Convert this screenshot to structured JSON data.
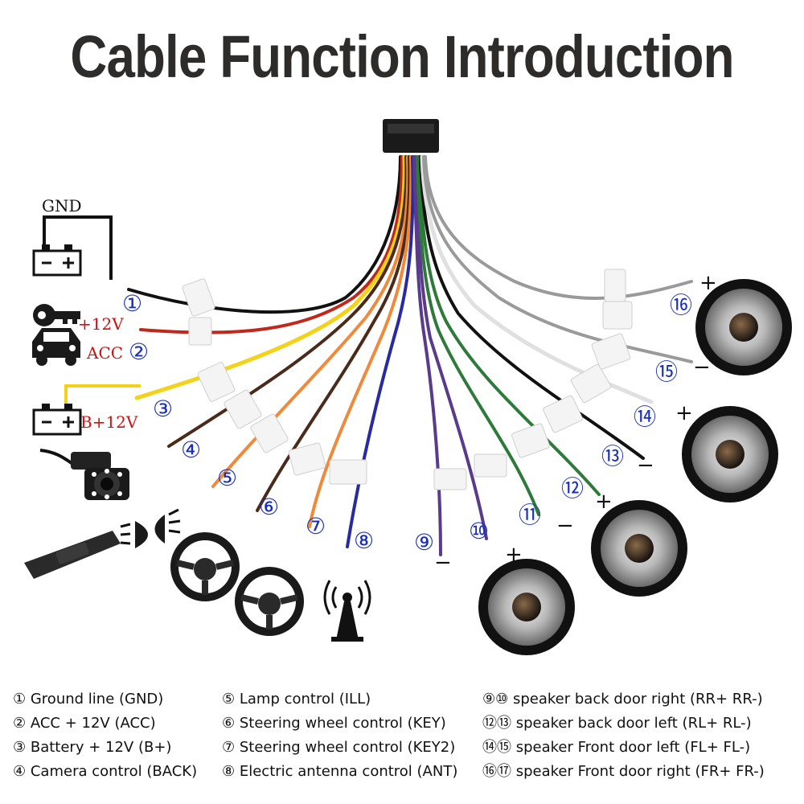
{
  "title": "Cable Function Introduction",
  "labels": {
    "gnd": "GND",
    "acc_voltage": "+12V",
    "acc": "ACC",
    "battery": "B+12V",
    "plus": "+",
    "minus": "−"
  },
  "markers": [
    "①",
    "②",
    "③",
    "④",
    "⑤",
    "⑥",
    "⑦",
    "⑧",
    "⑨",
    "⑩",
    "⑪",
    "⑫",
    "⑬",
    "⑭",
    "⑮",
    "⑯"
  ],
  "legend": {
    "col1": [
      "① Ground line (GND)",
      "② ACC + 12V (ACC)",
      "③ Battery + 12V (B+)",
      "④ Camera control (BACK)"
    ],
    "col2": [
      "⑤ Lamp control (ILL)",
      "⑥ Steering wheel control (KEY)",
      "⑦ Steering wheel control (KEY2)",
      "⑧ Electric antenna control (ANT)"
    ],
    "col3": [
      "⑨⑩ speaker back door right (RR+ RR-)",
      "⑫⑬  speaker back door left (RL+ RL-)",
      "⑭⑮  speaker Front door left (FL+ FL-)",
      "⑯⑰  speaker Front door right (FR+ FR-)"
    ]
  },
  "colors": {
    "title": "#2e2b2b",
    "marker": "#1a2fb8",
    "label_red": "#d01010",
    "wire_black": "#111111",
    "wire_red": "#c0281c",
    "wire_yellow": "#f2d21a",
    "wire_brown": "#4a2a1a",
    "wire_orange": "#f08a3a",
    "wire_blue": "#2a2aa0",
    "wire_purple": "#5a3a8a",
    "wire_green": "#2e7a3a",
    "wire_gray": "#9a9a9a",
    "wire_white": "#e8e8e8"
  },
  "icons": [
    "battery-icon",
    "key-icon",
    "car-icon",
    "camera-icon",
    "headlight-icon",
    "lamp-stalk-icon",
    "steering-wheel-icon",
    "antenna-icon",
    "speaker-icon",
    "connector-icon"
  ]
}
